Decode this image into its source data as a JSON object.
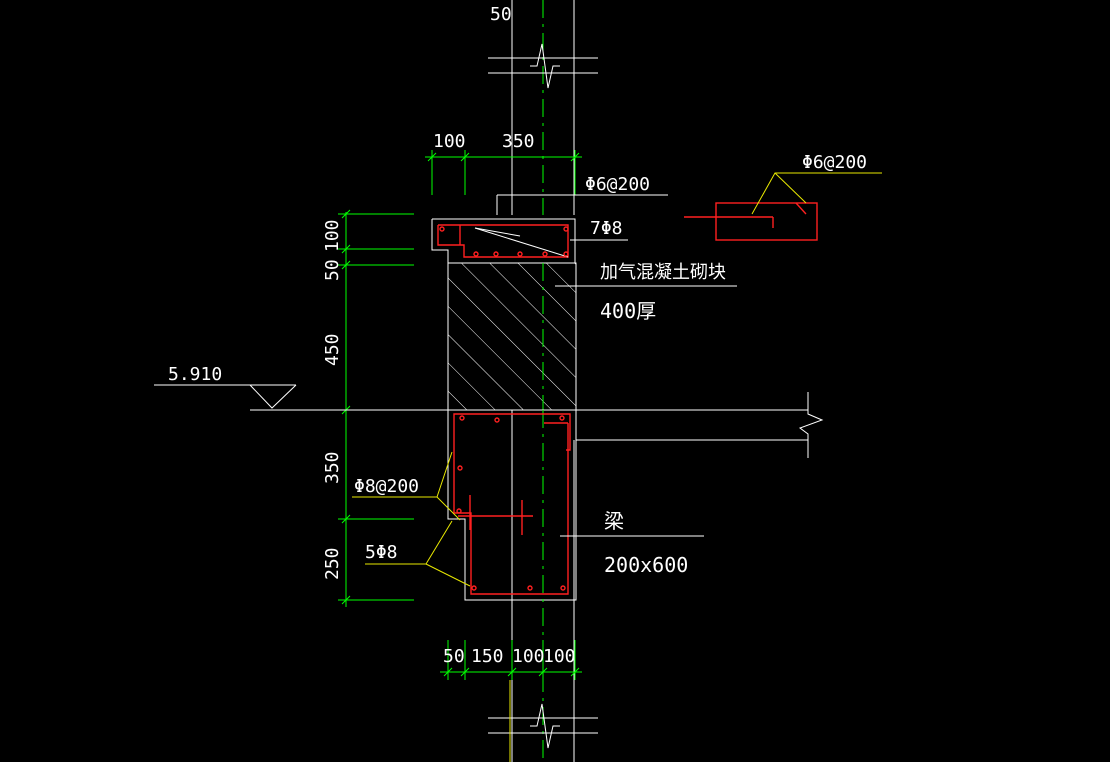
{
  "dimensions": {
    "top_break": "50",
    "top_left": "100",
    "top_right": "350",
    "v_100": "100",
    "v_50": "50",
    "v_450": "450",
    "v_350": "350",
    "v_250": "250",
    "bot_50": "50",
    "bot_150": "150",
    "bot_100a": "100",
    "bot_100b": "100"
  },
  "labels": {
    "stirrup_top": "Φ6@200",
    "stirrup_detail": "Φ6@200",
    "top_bars": "7Φ8",
    "block_name": "加气混凝土砌块",
    "block_thick": "400厚",
    "elevation": "5.910",
    "beam_stirrup": "Φ8@200",
    "beam_bars": "5Φ8",
    "beam_name": "梁",
    "beam_size": "200x600"
  },
  "colors": {
    "background": "#000000",
    "dimension": "#00ff00",
    "outline": "#ffffff",
    "rebar": "#ff2020",
    "leader": "#ffff00"
  }
}
